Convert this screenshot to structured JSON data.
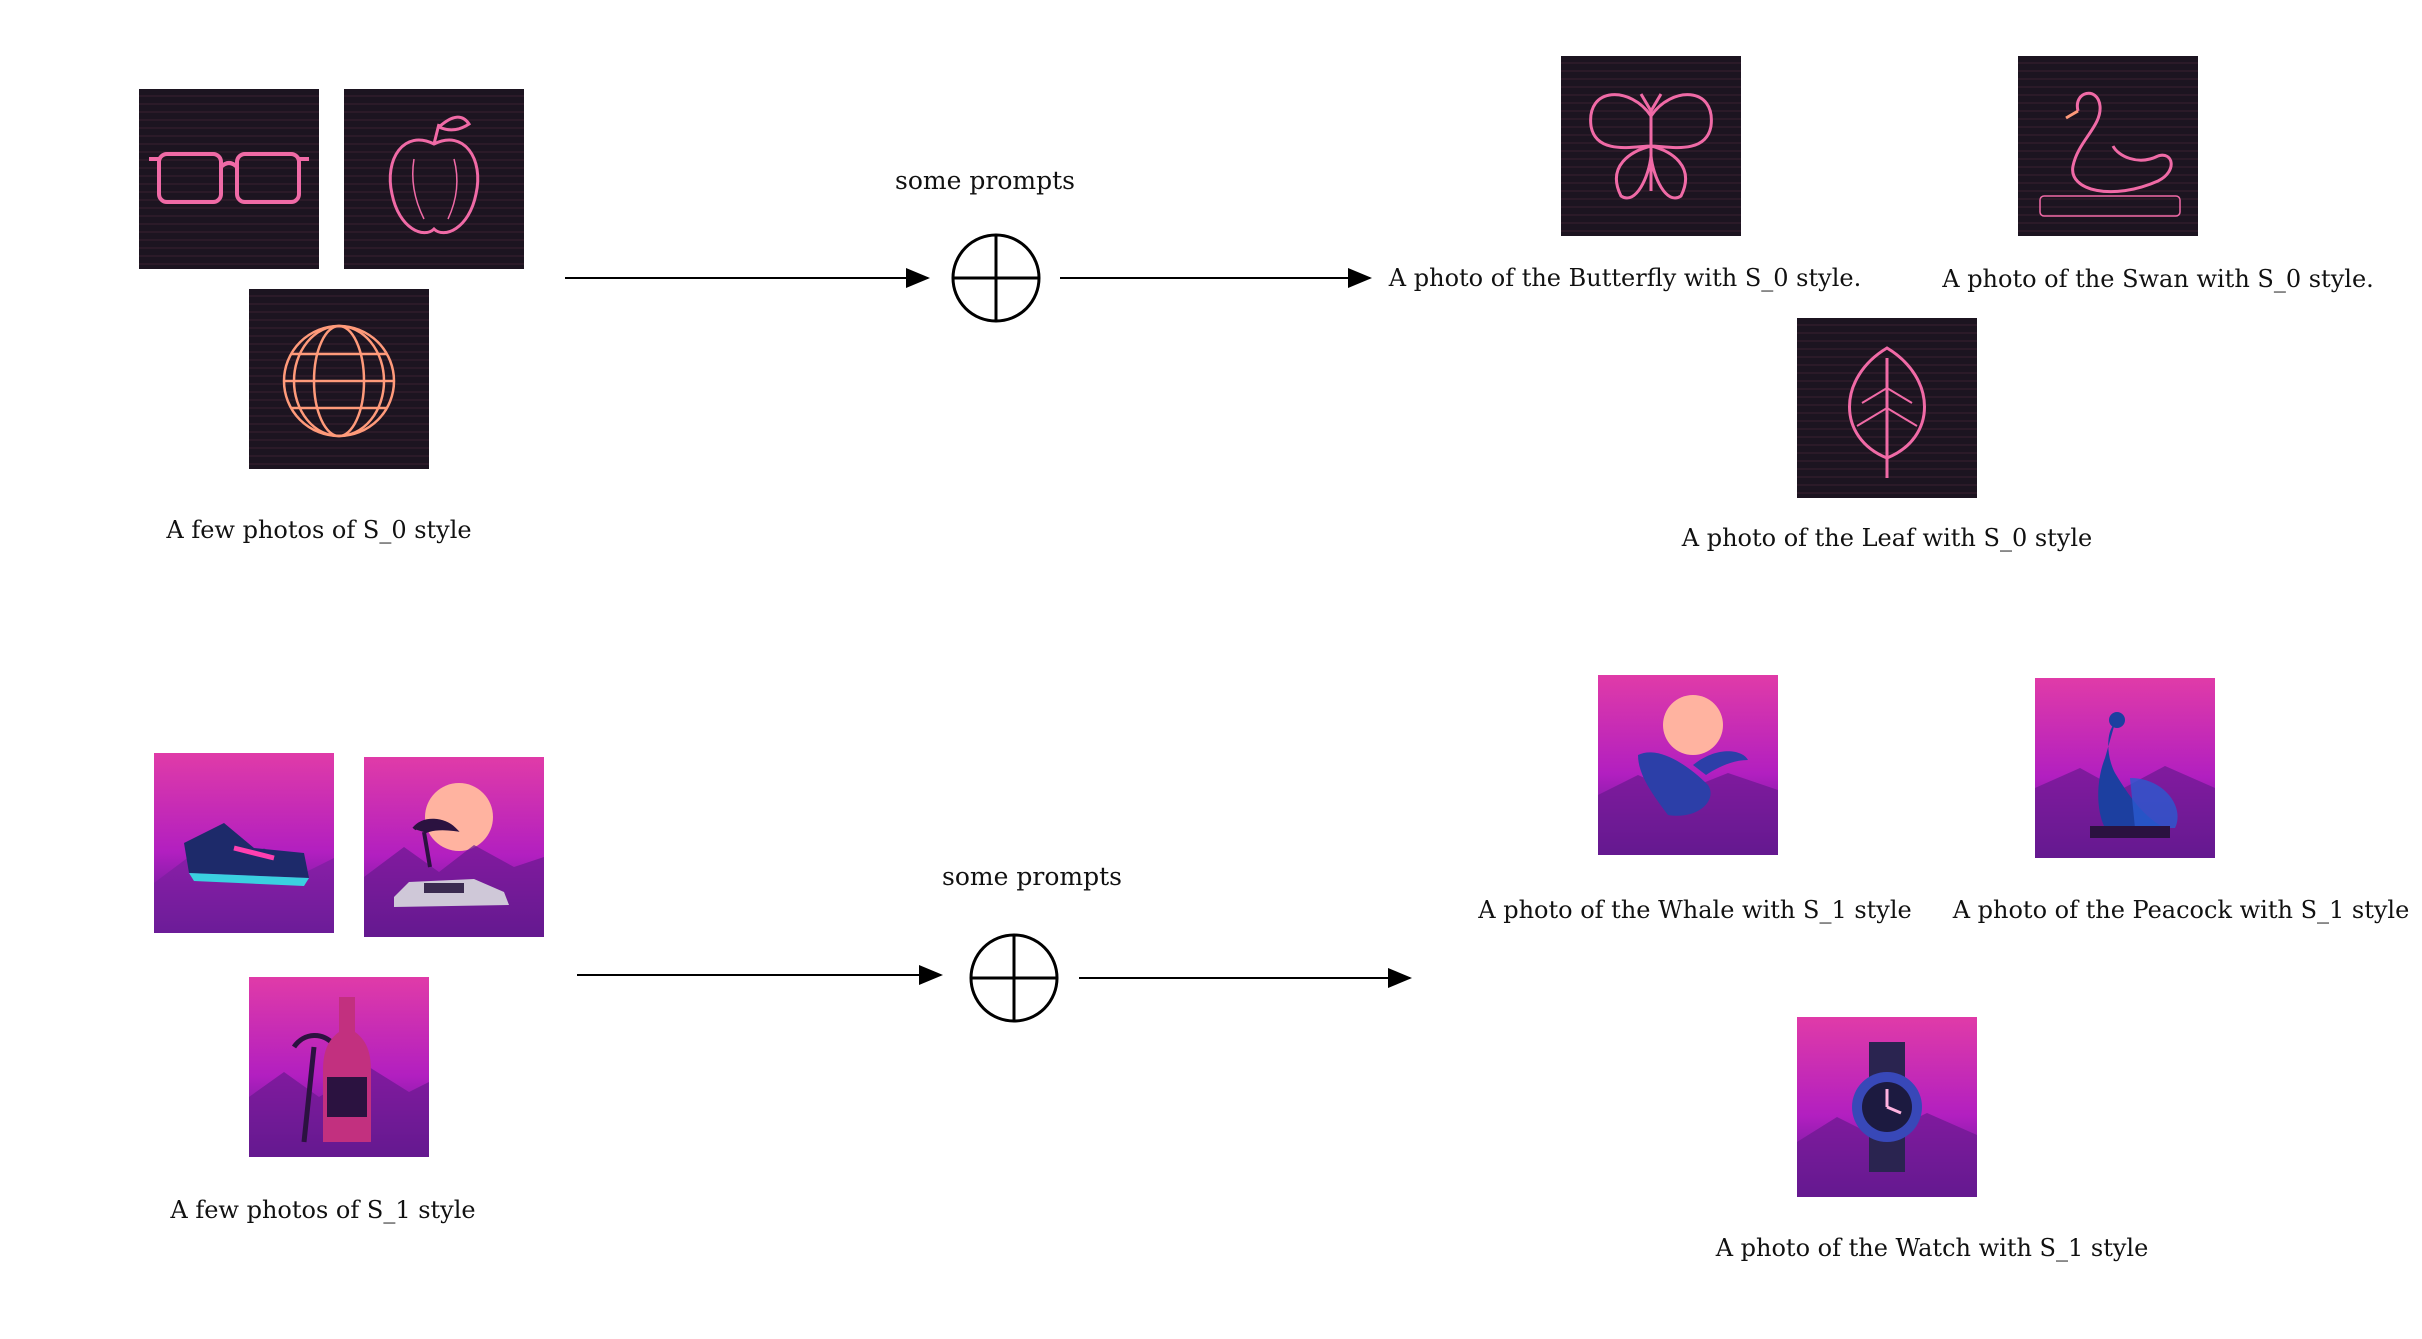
{
  "colors": {
    "neon_bg": "#1c1420",
    "neon_line": "#f06aa6",
    "neon_glow": "#ff9a7a",
    "synth_top": "#e03ba8",
    "synth_mid": "#b21fc0",
    "synth_bottom": "#4a1a8a",
    "sun": "#ffb3a0"
  },
  "row0": {
    "input_caption": "A few photos of S_0 style",
    "operator_label": "some prompts",
    "input_images": [
      "glasses-icon",
      "apple-icon",
      "sphere-icon"
    ],
    "outputs": [
      {
        "subject": "butterfly-icon",
        "caption": "A photo of the Butterfly with S_0 style."
      },
      {
        "subject": "swan-icon",
        "caption": "A photo of the Swan with S_0 style."
      },
      {
        "subject": "leaf-icon",
        "caption": "A photo of the Leaf with S_0 style"
      }
    ]
  },
  "row1": {
    "input_caption": "A few photos of S_1 style",
    "operator_label": "some prompts",
    "input_images": [
      "sneaker-icon",
      "car-icon",
      "bottle-icon"
    ],
    "outputs": [
      {
        "subject": "whale-icon",
        "caption": "A photo of the Whale with S_1 style"
      },
      {
        "subject": "peacock-icon",
        "caption": "A photo of the Peacock with S_1 style"
      },
      {
        "subject": "watch-icon",
        "caption": "A photo of the Watch with S_1 style"
      }
    ]
  }
}
